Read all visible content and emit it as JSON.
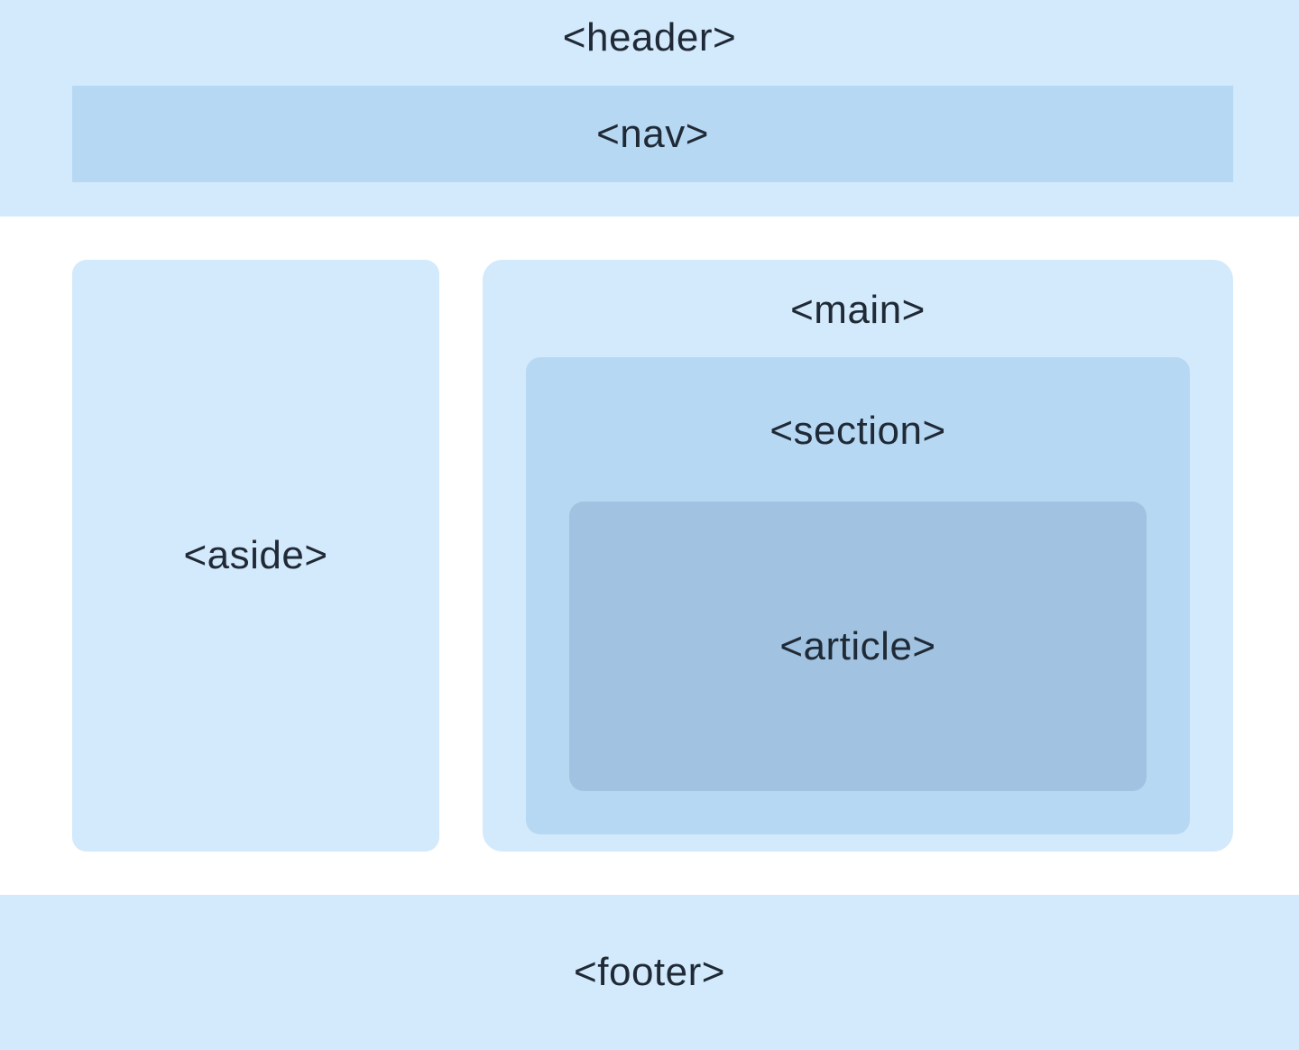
{
  "colors": {
    "light_region": "#d3e9fc",
    "medium_region": "#b7d8f3",
    "dark_region": "#a1c3e1",
    "background": "#ffffff",
    "text": "#1f2a36"
  },
  "diagram": {
    "header": "<header>",
    "nav": "<nav>",
    "aside": "<aside>",
    "main": "<main>",
    "section": "<section>",
    "article": "<article>",
    "footer": "<footer>"
  }
}
